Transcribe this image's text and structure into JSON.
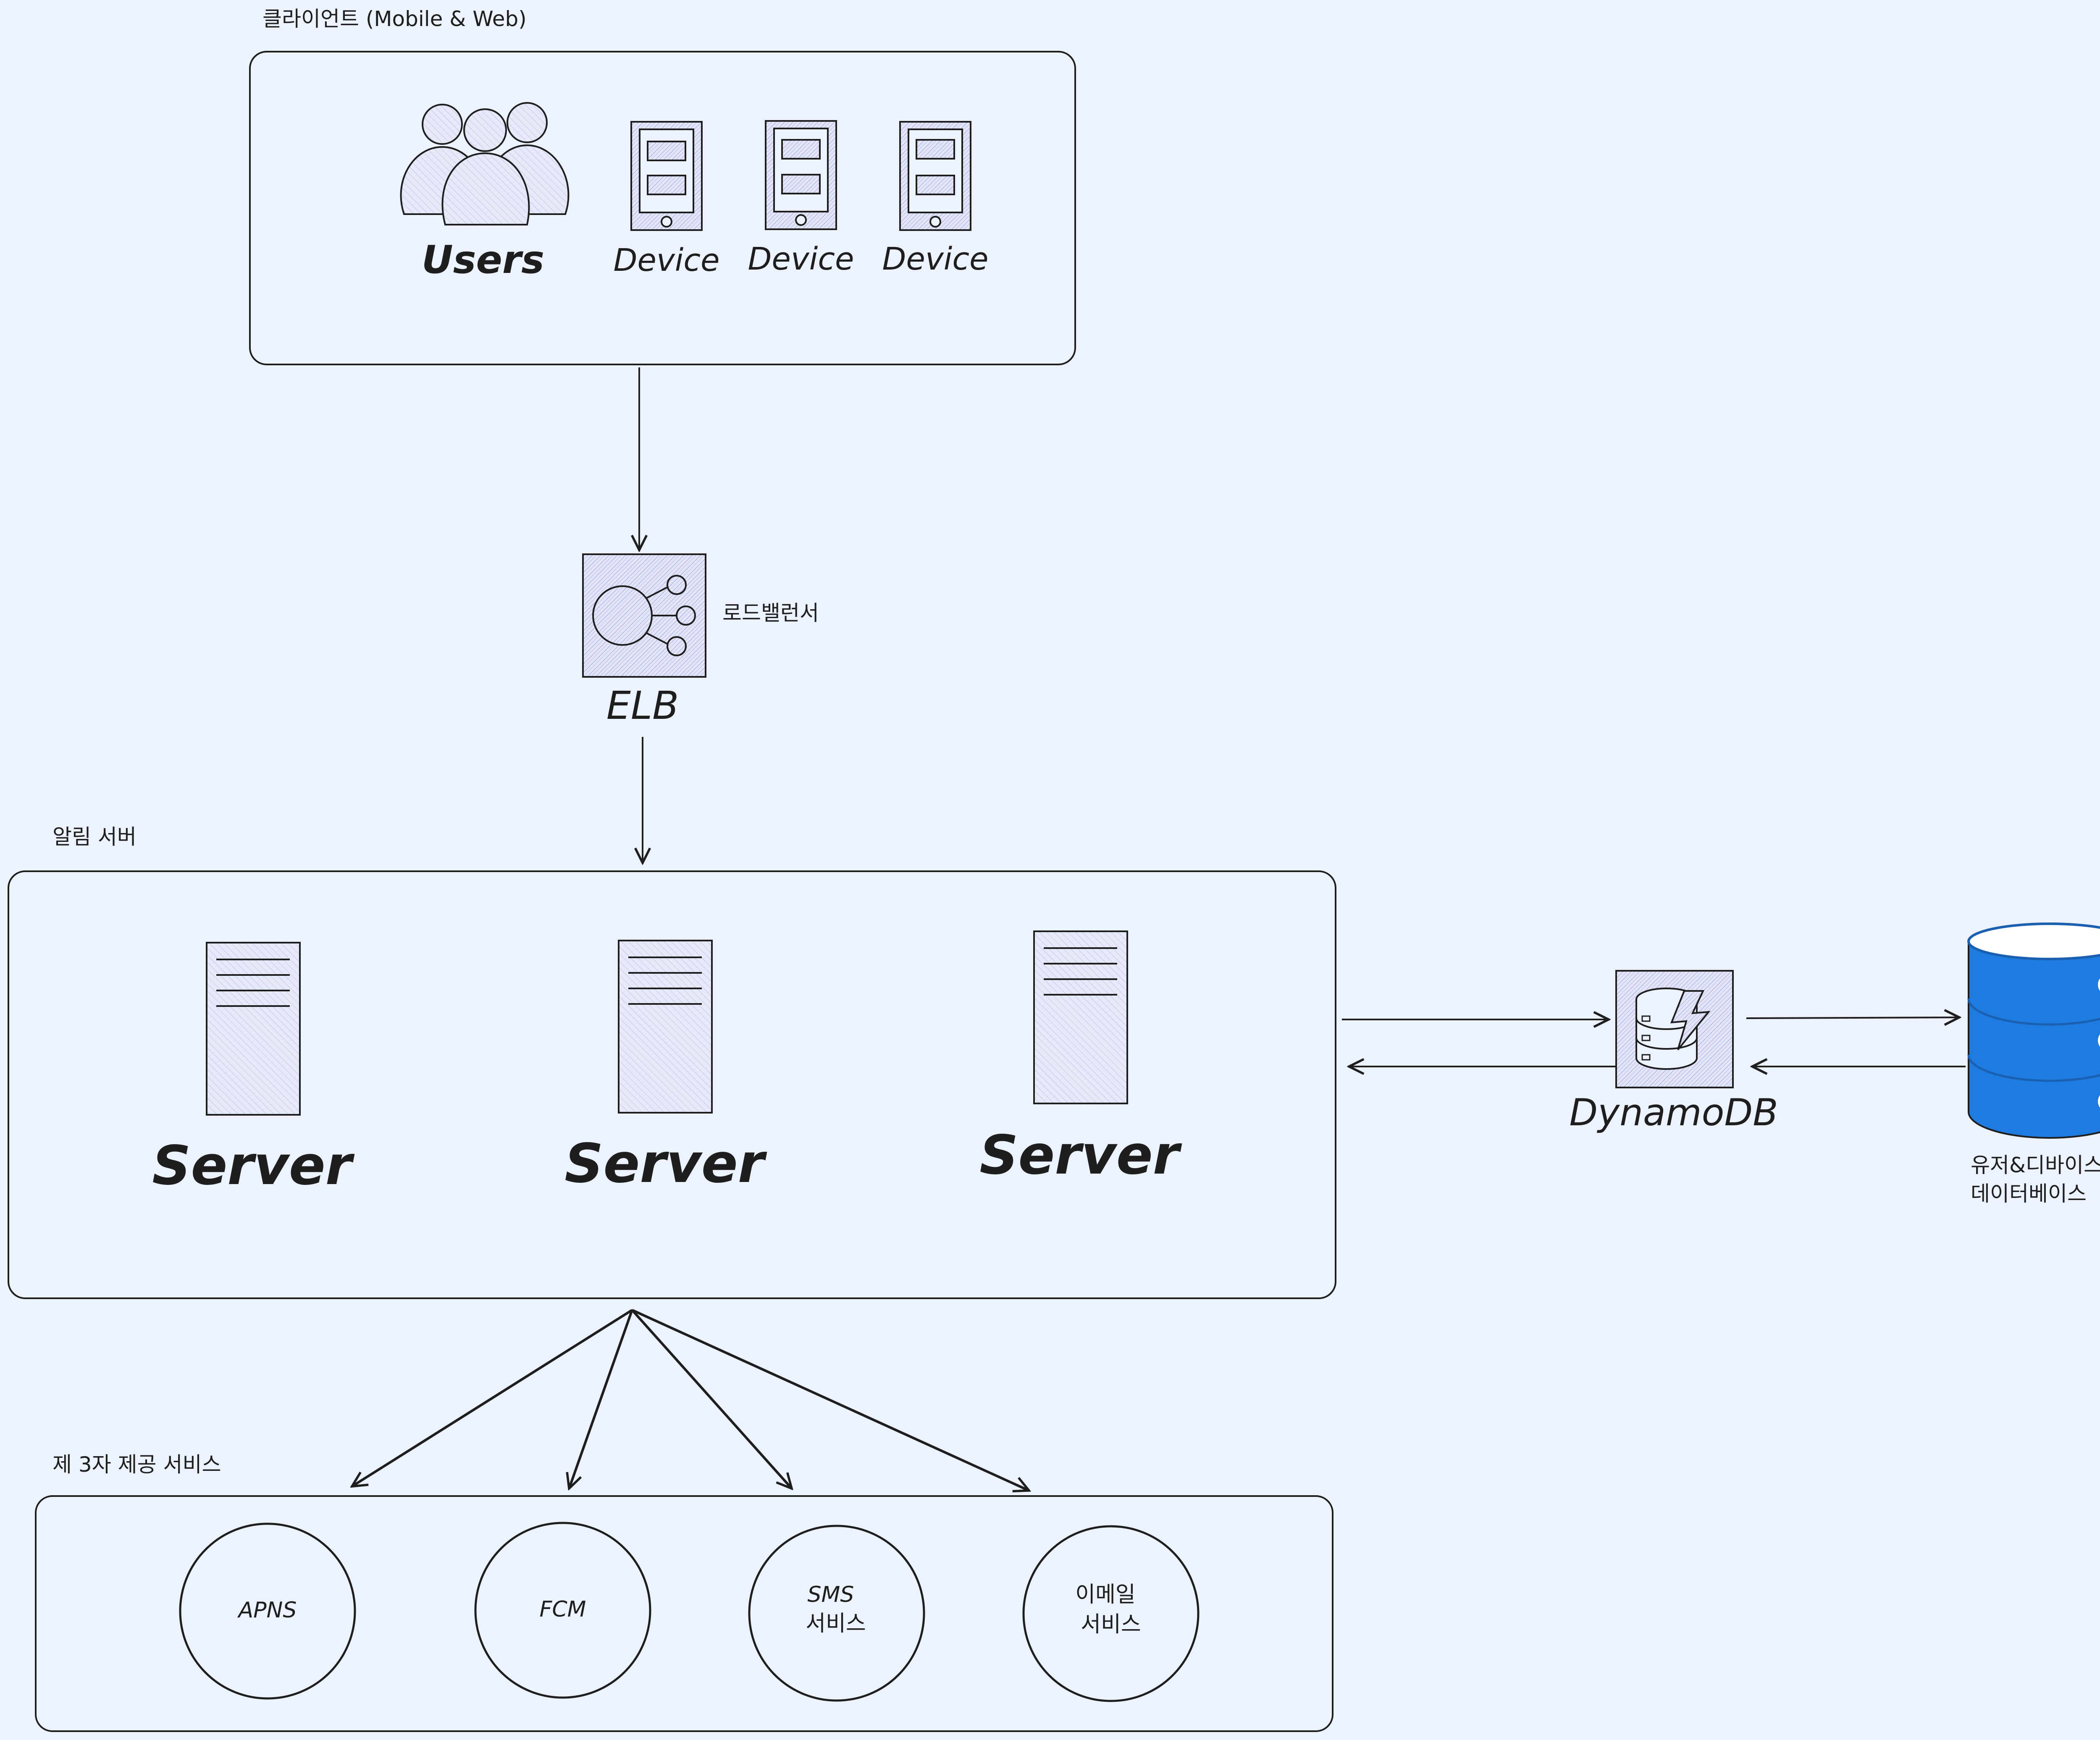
{
  "clients": {
    "section_label": "클라이언트 (Mobile & Web)",
    "users_label": "Users",
    "devices": [
      "Device",
      "Device",
      "Device"
    ]
  },
  "load_balancer": {
    "label": "ELB",
    "side_label": "로드밸런서"
  },
  "notification_servers": {
    "section_label": "알림 서버",
    "servers": [
      "Server",
      "Server",
      "Server"
    ]
  },
  "cache": {
    "label": "DynamoDB"
  },
  "database": {
    "label_line1": "유저&디바이스 정보",
    "label_line2": "데이터베이스"
  },
  "third_party": {
    "section_label": "제 3자 제공 서비스",
    "services": [
      {
        "line1": "APNS",
        "line2": ""
      },
      {
        "line1": "FCM",
        "line2": ""
      },
      {
        "line1": "SMS",
        "line2": "서비스"
      },
      {
        "line1": "이메일",
        "line2": "서비스"
      }
    ]
  },
  "colors": {
    "background": "#edf3fe",
    "stroke": "#1e1e1e",
    "icon_fill": "#dde0f6",
    "db_blue": "#1e7be0"
  }
}
